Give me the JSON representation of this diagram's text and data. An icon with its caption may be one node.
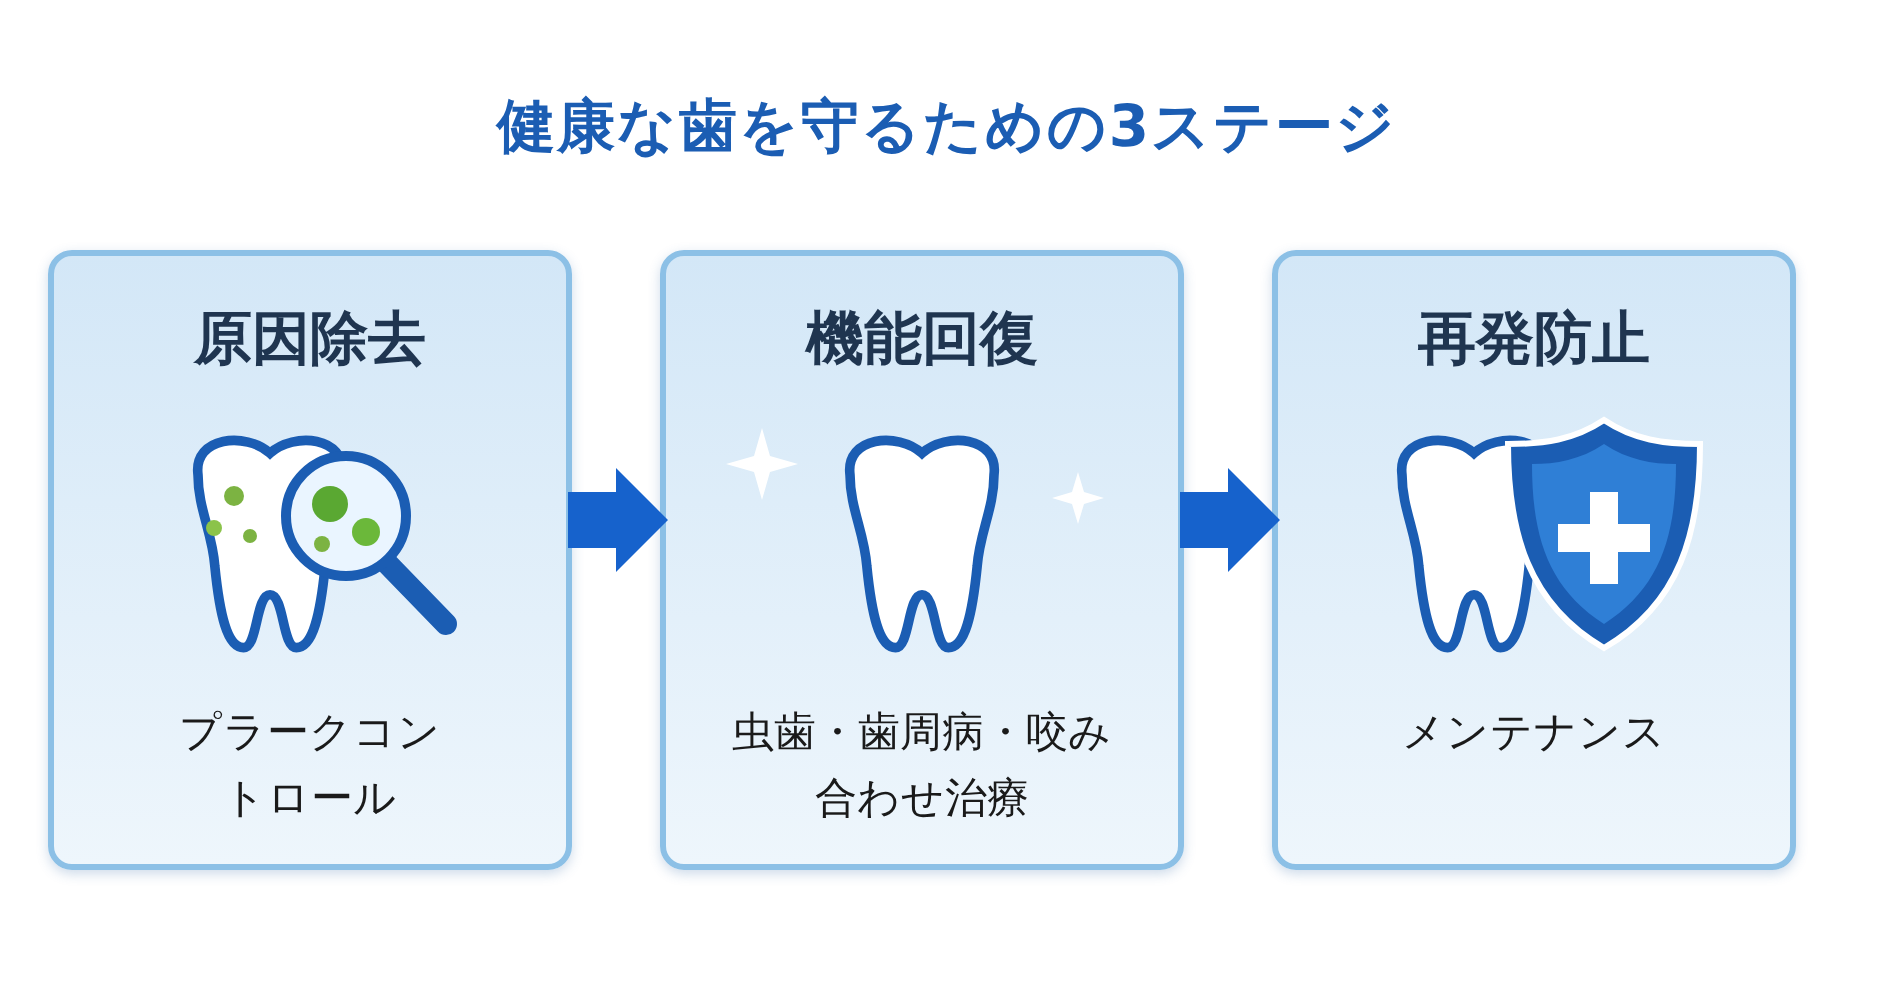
{
  "diagram": {
    "title": "健康な歯を守るための3ステージ",
    "nodes": [
      {
        "text": [
          "原因除去",
          "プラークコントロール"
        ]
      },
      {
        "text": [
          "機能回復",
          "虫歯・歯周病・咬み合わせ治療"
        ]
      },
      {
        "text": [
          "再発防止",
          "メンテナンス"
        ]
      }
    ],
    "edges": [
      {
        "from": 0,
        "to": 1,
        "arrow": "to"
      },
      {
        "from": 1,
        "to": 2,
        "arrow": "to"
      }
    ]
  }
}
